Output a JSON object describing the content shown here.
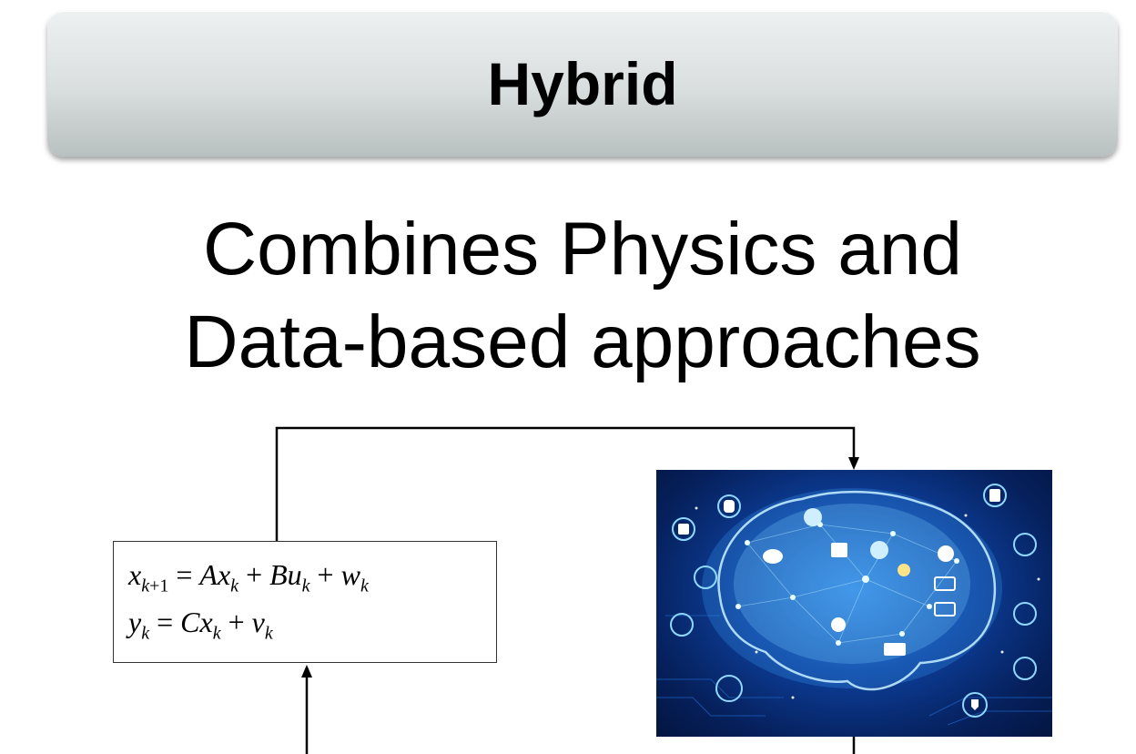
{
  "title": "Hybrid",
  "subtitle": {
    "line1": "Combines Physics and",
    "line2": "Data-based approaches"
  },
  "equations": {
    "state": "x_{k+1} = Ax_k + Bu_k + w_k",
    "output": "y_k = Cx_k + v_k"
  },
  "image": {
    "subject": "brain-network-icon",
    "colors": {
      "background": "#0d3f9a",
      "glow": "#6fd0ff"
    }
  }
}
